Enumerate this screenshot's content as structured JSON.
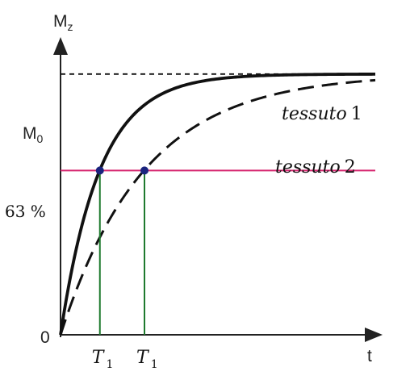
{
  "chart_data": {
    "type": "line",
    "axes": {
      "y_label": "M",
      "y_label_sub": "z",
      "x_label": "t",
      "origin_label": "0",
      "m0_label": "M",
      "m0_label_sub": "0",
      "pct_label": "63 %",
      "xlim": [
        0,
        6
      ],
      "ylim": [
        0,
        1.25
      ],
      "grid": false
    },
    "reference_lines": {
      "m0_level": 1.0,
      "pct_level": 0.63
    },
    "series": [
      {
        "name": "tessuto 1",
        "name_main": "tessuto",
        "name_num": "1",
        "tau": 0.75,
        "style": "solid"
      },
      {
        "name": "tessuto 2",
        "name_main": "tessuto",
        "name_num": "2",
        "tau": 1.6,
        "style": "dashed"
      }
    ],
    "markers": [
      {
        "label_main": "T",
        "label_sub": "1",
        "x": 0.75,
        "y": 0.63
      },
      {
        "label_main": "T",
        "label_sub": "1",
        "x": 1.6,
        "y": 0.63
      }
    ],
    "colors": {
      "axis": "#222222",
      "pct_line": "#d6246e",
      "drop_line": "#1e7a2e",
      "marker": "#1a237e",
      "curve": "#111111"
    }
  }
}
